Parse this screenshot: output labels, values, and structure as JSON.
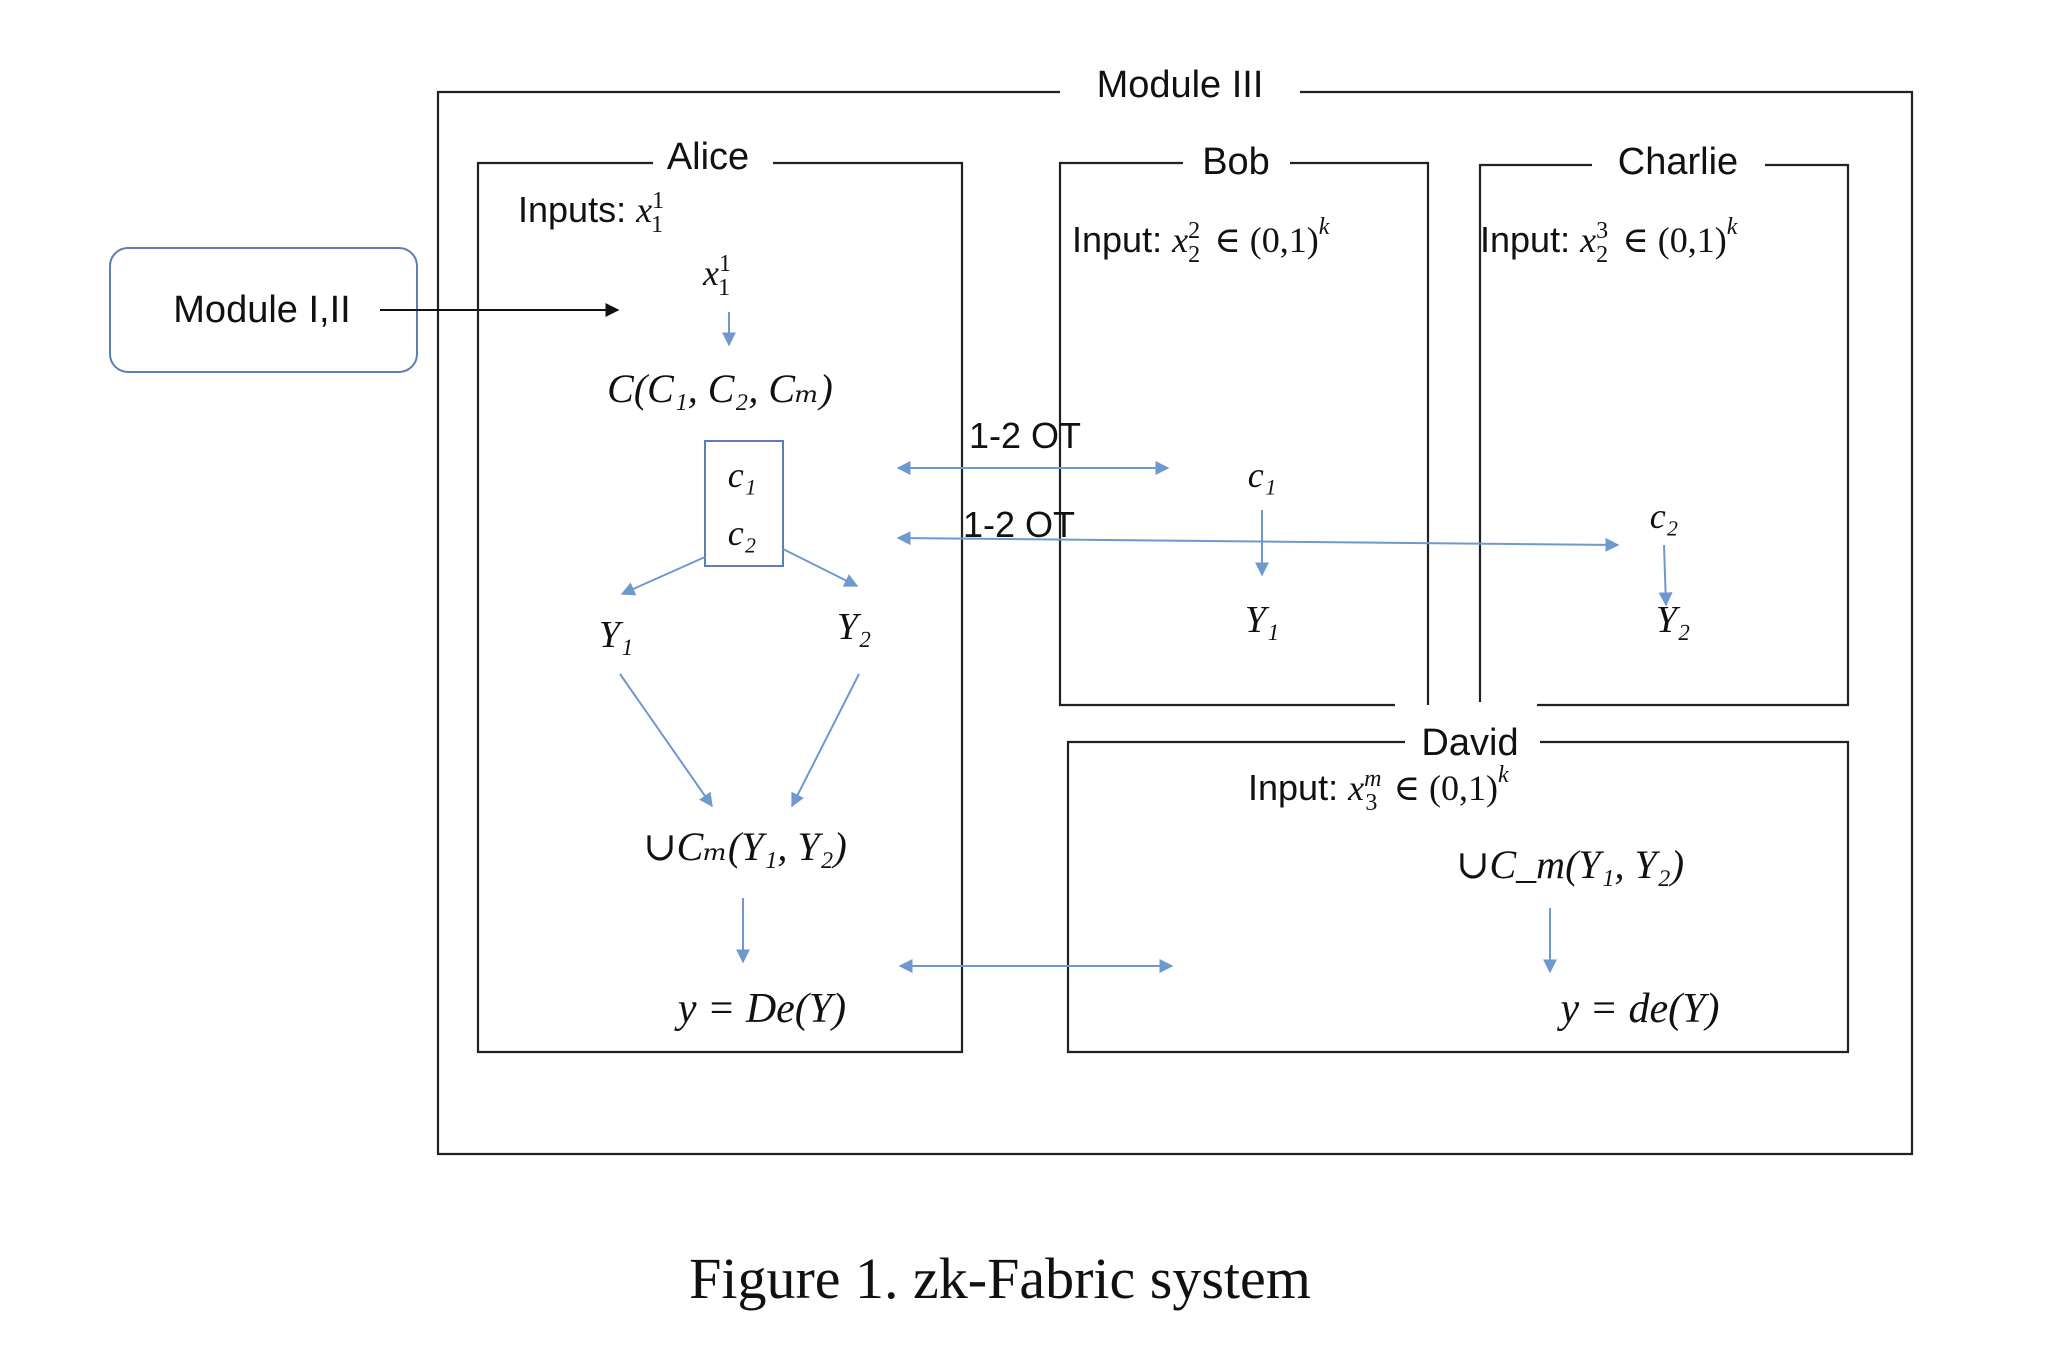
{
  "module3": {
    "title": "Module III"
  },
  "module12": {
    "label": "Module I,II"
  },
  "alice": {
    "title": "Alice",
    "inputs_label": "Inputs: ",
    "x_var": "x",
    "x_sup": "1",
    "x_sub": "1",
    "circuit": "C(C₁, C₂, Cₘ)",
    "c1": "c₁",
    "c2": "c₂",
    "y1": "Y₁",
    "y2": "Y₂",
    "uc_prefix": "∪",
    "uc_expr": "Cₘ(Y₁, Y₂)",
    "result": "y = De(Y)"
  },
  "bob": {
    "title": "Bob",
    "input_label": "Input: ",
    "x_var": "x",
    "x_sup": "2",
    "x_sub": "2",
    "domain": "∈ (0,1)",
    "domain_exp": "k",
    "c1": "c₁",
    "y1": "Y₁"
  },
  "charlie": {
    "title": "Charlie",
    "input_label": "Input: ",
    "x_var": "x",
    "x_sup": "3",
    "x_sub": "2",
    "domain": "∈ (0,1)",
    "domain_exp": "k",
    "c2": "c₂",
    "y2": "Y₂"
  },
  "david": {
    "title": "David",
    "input_label": "Input: ",
    "x_var": "x",
    "x_sup": "m",
    "x_sub": "3",
    "domain": "∈ (0,1)",
    "domain_exp": "k",
    "uc_prefix": "∪",
    "uc_expr": "C_m(Y₁, Y₂)",
    "result": "y = de(Y)"
  },
  "ot": {
    "label_1": "1-2 OT",
    "label_2": "1-2 OT"
  },
  "caption": "Figure 1.   zk-Fabric system",
  "colors": {
    "arrow": "#6f98cf",
    "frame": "#222222"
  }
}
